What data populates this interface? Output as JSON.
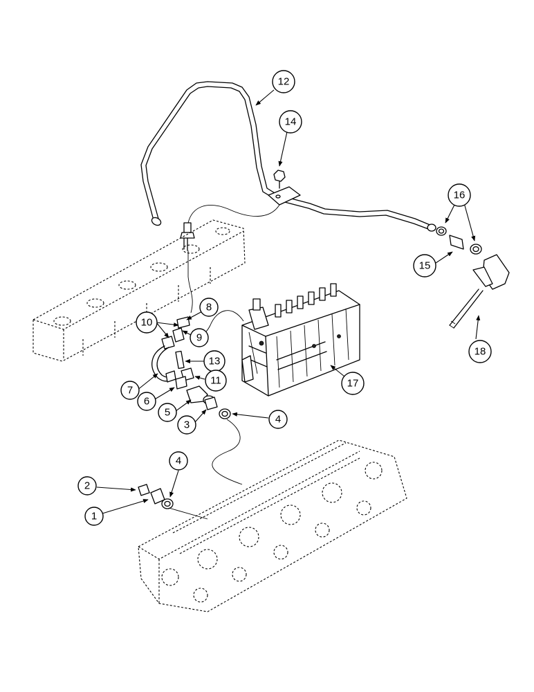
{
  "diagram": {
    "callouts": [
      {
        "id": "c1",
        "label": "1"
      },
      {
        "id": "c2",
        "label": "2"
      },
      {
        "id": "c3",
        "label": "3"
      },
      {
        "id": "c4a",
        "label": "4"
      },
      {
        "id": "c4b",
        "label": "4"
      },
      {
        "id": "c5",
        "label": "5"
      },
      {
        "id": "c6",
        "label": "6"
      },
      {
        "id": "c7",
        "label": "7"
      },
      {
        "id": "c8",
        "label": "8"
      },
      {
        "id": "c9",
        "label": "9"
      },
      {
        "id": "c10",
        "label": "10"
      },
      {
        "id": "c11",
        "label": "11"
      },
      {
        "id": "c12",
        "label": "12"
      },
      {
        "id": "c13",
        "label": "13"
      },
      {
        "id": "c14",
        "label": "14"
      },
      {
        "id": "c15",
        "label": "15"
      },
      {
        "id": "c16",
        "label": "16"
      },
      {
        "id": "c17",
        "label": "17"
      },
      {
        "id": "c18",
        "label": "18"
      }
    ]
  }
}
